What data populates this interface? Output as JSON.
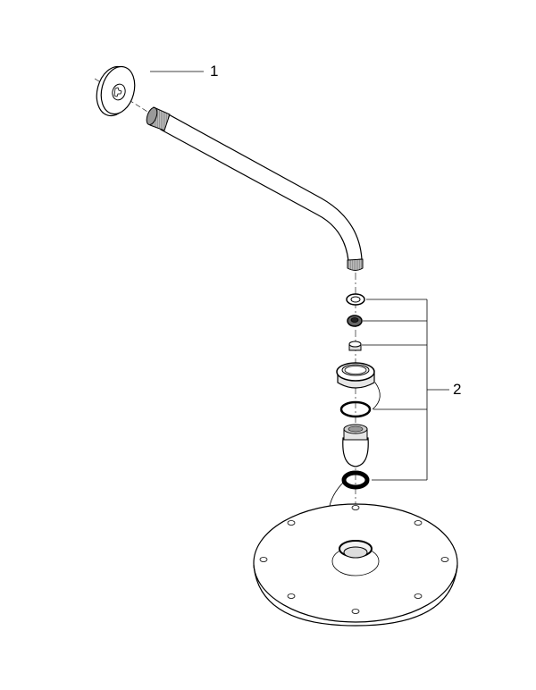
{
  "diagram": {
    "type": "exploded-parts-view",
    "subject": "shower arm with rain shower head",
    "callouts": [
      {
        "id": "callout-1",
        "label": "1",
        "part": "wall flange / escutcheon"
      },
      {
        "id": "callout-2",
        "label": "2",
        "part": "connection kit (washers, nuts, seals, ball joint)"
      }
    ],
    "colors": {
      "line": "#000000",
      "thread": "#8c8c8c",
      "background": "#ffffff"
    }
  }
}
